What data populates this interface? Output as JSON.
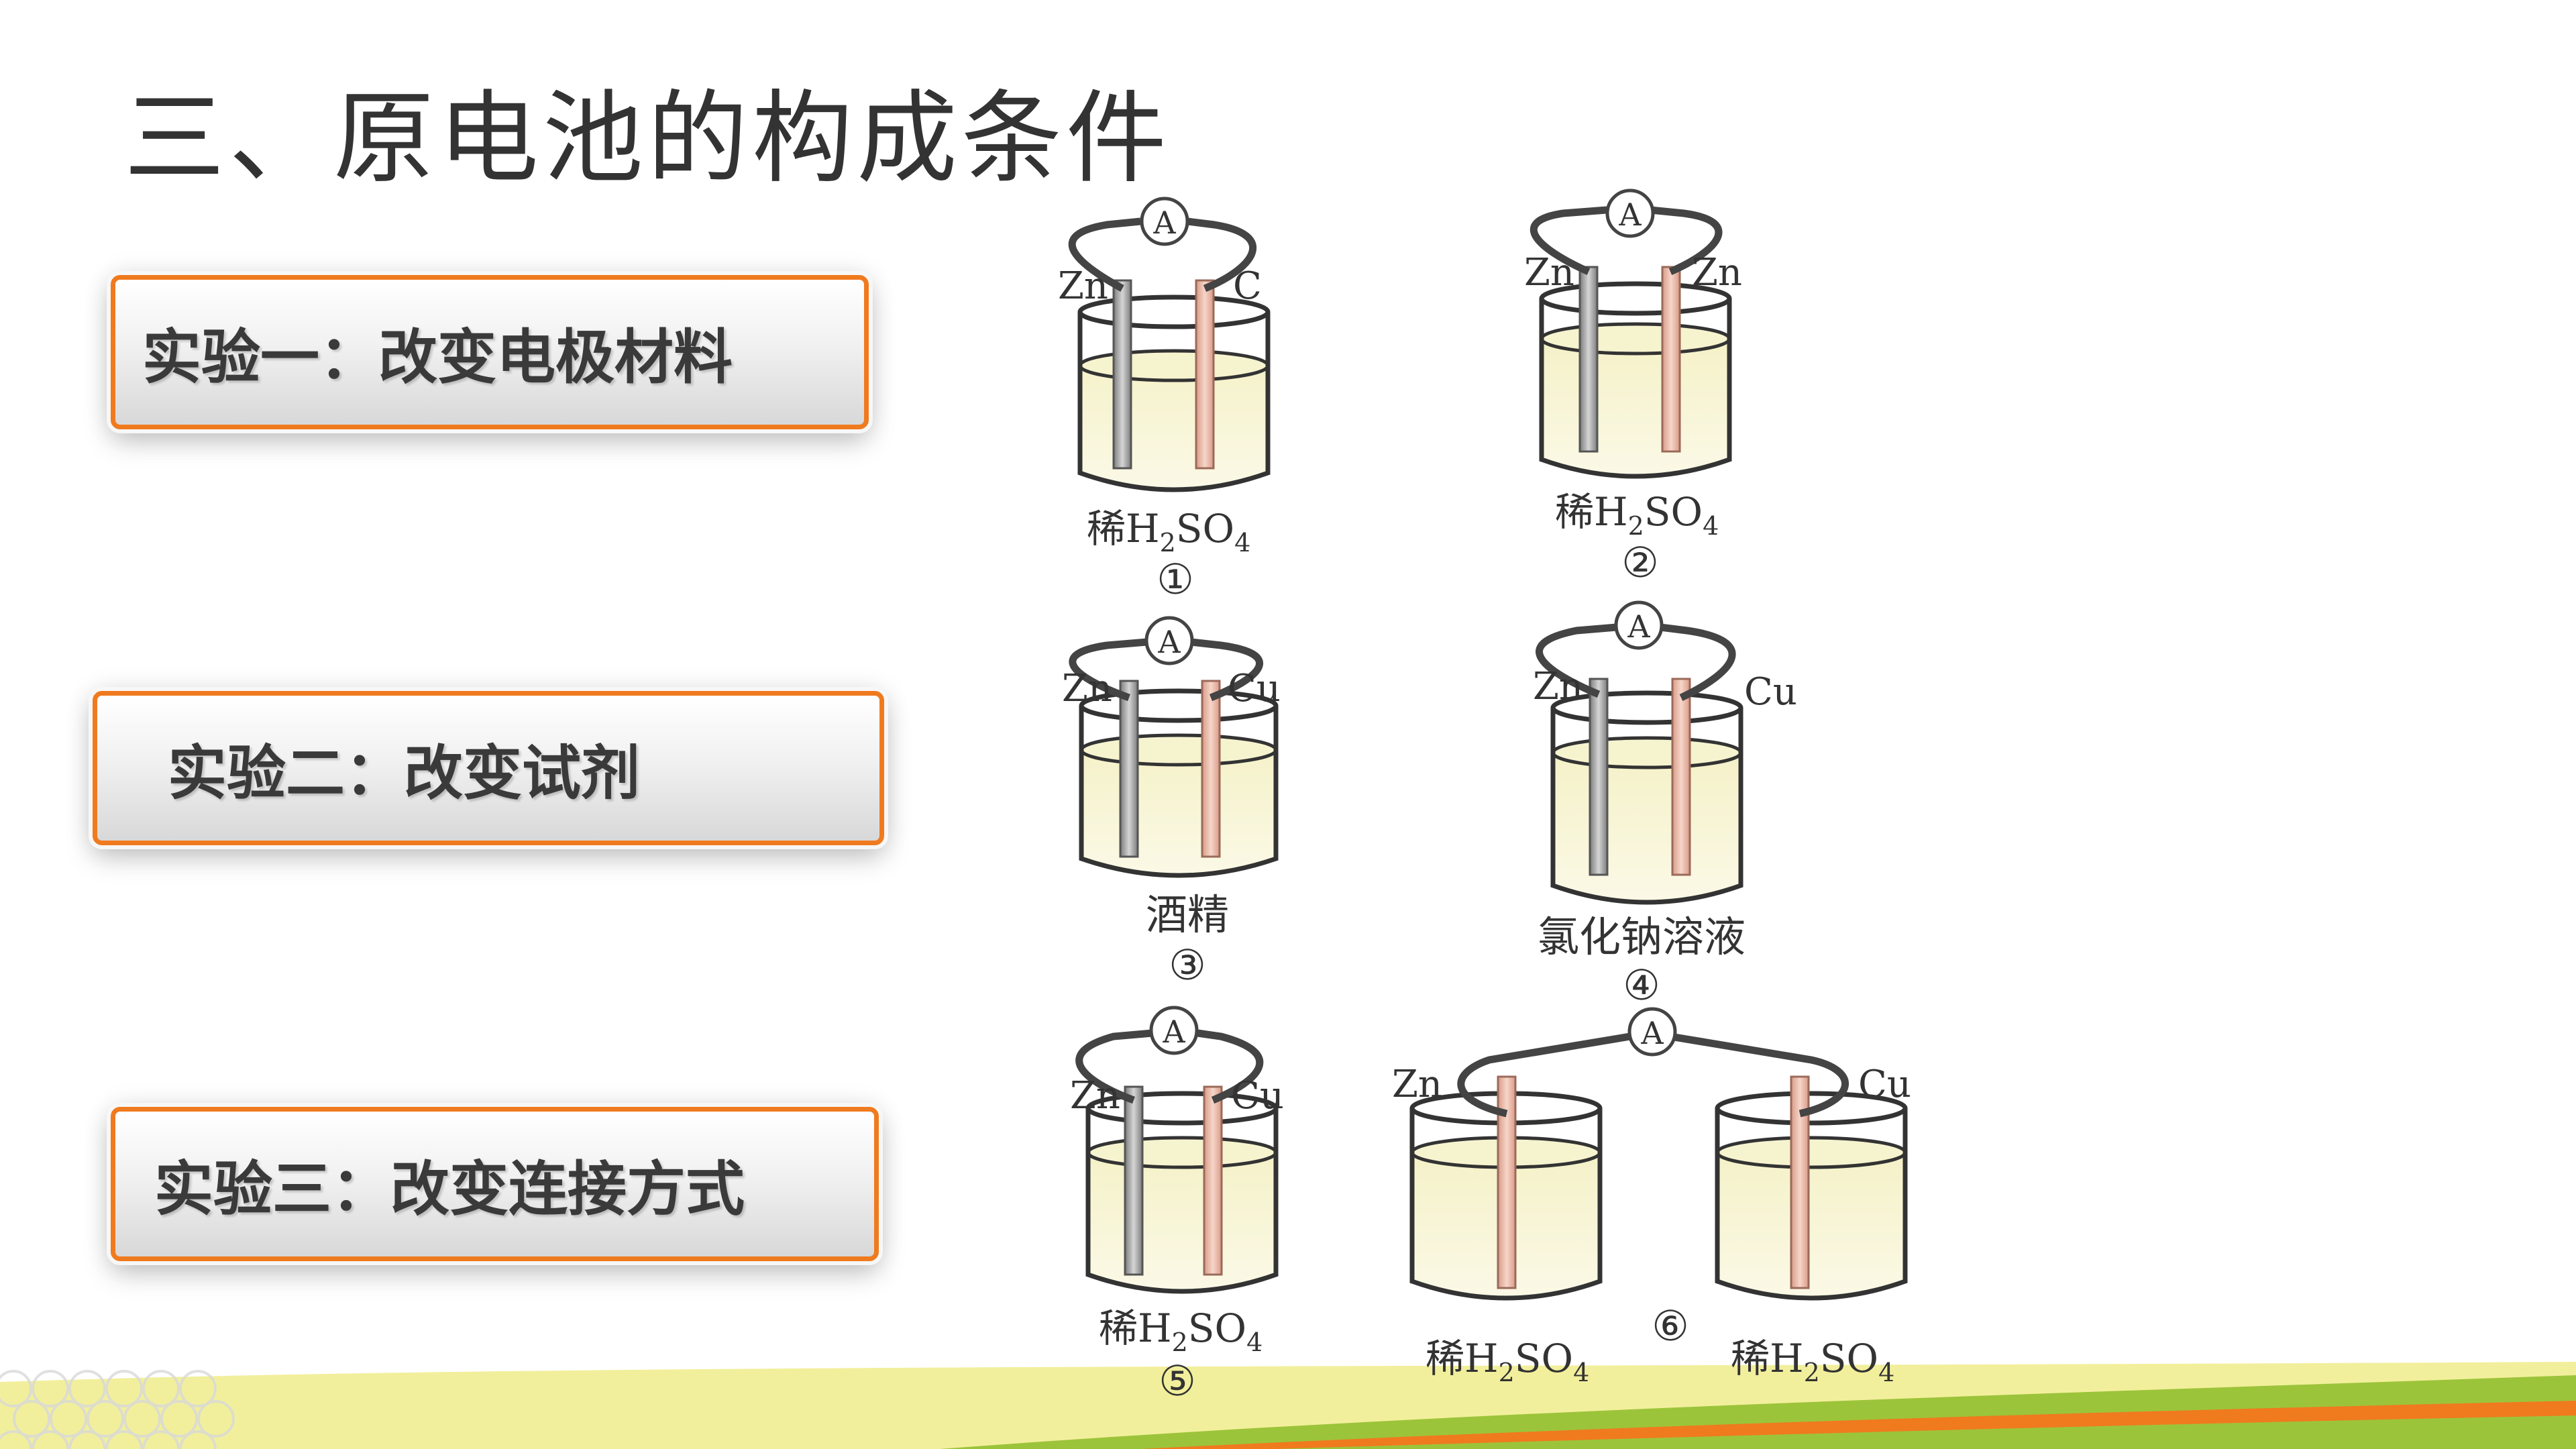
{
  "title": "三、原电池的构成条件",
  "experiments": [
    {
      "label": "实验一：改变电极材料"
    },
    {
      "label": "实验二：改变试剂"
    },
    {
      "label": "实验三：改变连接方式"
    }
  ],
  "ammeter_symbol": "A",
  "cells": [
    {
      "number": "①",
      "left_electrode": "Zn",
      "right_electrode": "C",
      "solution_prefix": "稀",
      "solution_formula": [
        "H",
        "2",
        "SO",
        "4"
      ]
    },
    {
      "number": "②",
      "left_electrode": "Zn",
      "right_electrode": "Zn",
      "solution_prefix": "稀",
      "solution_formula": [
        "H",
        "2",
        "SO",
        "4"
      ]
    },
    {
      "number": "③",
      "left_electrode": "Zn",
      "right_electrode": "Cu",
      "solution": "酒精"
    },
    {
      "number": "④",
      "left_electrode": "Zn",
      "right_electrode": "Cu",
      "solution": "氯化钠溶液"
    },
    {
      "number": "⑤",
      "left_electrode": "Zn",
      "right_electrode": "Cu",
      "solution_prefix": "稀",
      "solution_formula": [
        "H",
        "2",
        "SO",
        "4"
      ]
    },
    {
      "number": "⑥",
      "left_electrode": "Zn",
      "right_electrode": "Cu",
      "left_solution_prefix": "稀",
      "left_solution_formula": [
        "H",
        "2",
        "SO",
        "4"
      ],
      "right_solution_prefix": "稀",
      "right_solution_formula": [
        "H",
        "2",
        "SO",
        "4"
      ]
    }
  ],
  "colors": {
    "accent_orange": "#f07a1e",
    "liquid": "#f6f3cf",
    "zinc": "#9a9a9a",
    "copper": "#e7b6a4",
    "wire": "#444444",
    "stripe_green": "#9cc43a",
    "stripe_yellow": "#f2ef9c"
  }
}
